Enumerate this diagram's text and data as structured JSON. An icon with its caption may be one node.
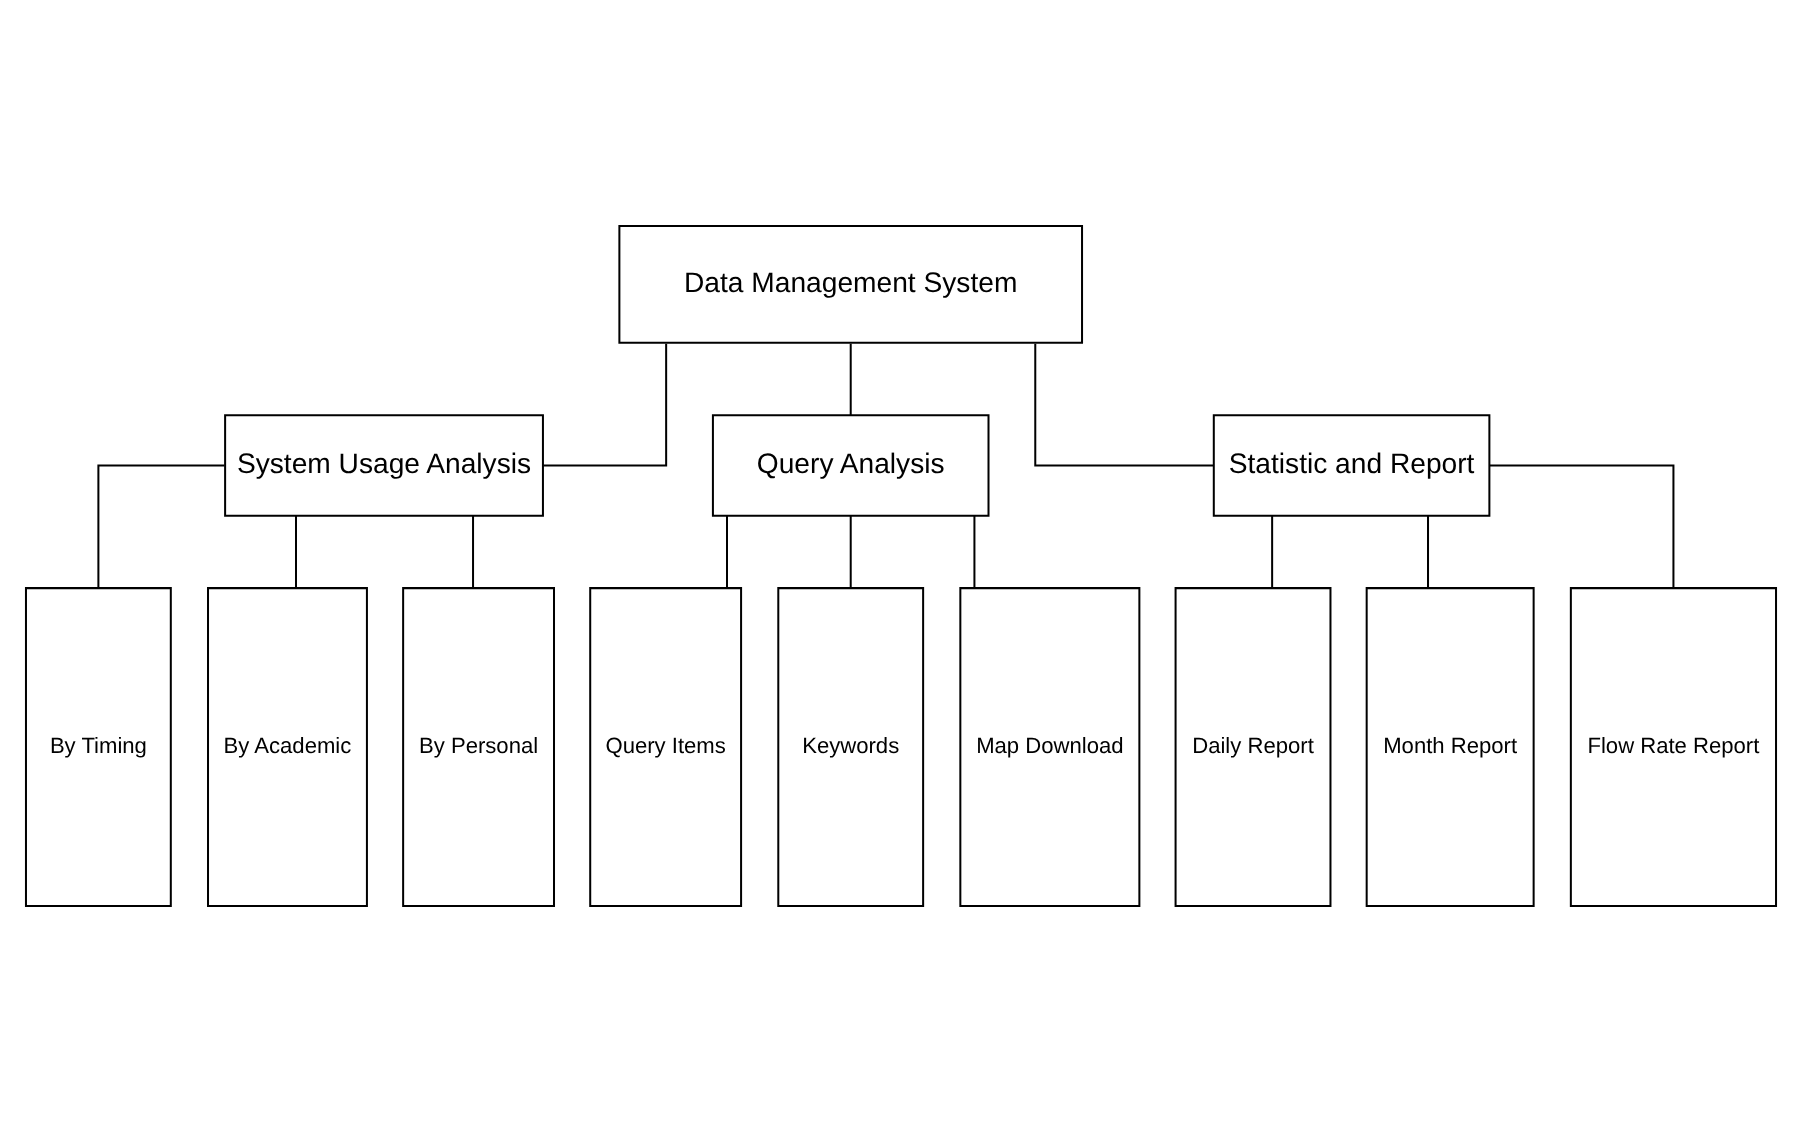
{
  "diagram": {
    "nodes": [
      {
        "text": [
          "Data Management System"
        ]
      },
      {
        "text": [
          "System Usage Analysis"
        ]
      },
      {
        "text": [
          "Query Analysis"
        ]
      },
      {
        "text": [
          "Statistic and Report"
        ]
      },
      {
        "text": [
          "By Timing"
        ]
      },
      {
        "text": [
          "By Academic"
        ]
      },
      {
        "text": [
          "By Personal"
        ]
      },
      {
        "text": [
          "Query Items"
        ]
      },
      {
        "text": [
          "Keywords"
        ]
      },
      {
        "text": [
          "Map Download"
        ]
      },
      {
        "text": [
          "Daily Report"
        ]
      },
      {
        "text": [
          "Month Report"
        ]
      },
      {
        "text": [
          "Flow Rate Report"
        ]
      }
    ],
    "edges": [
      {
        "from": 0,
        "to": 1,
        "arrow": "none"
      },
      {
        "from": 0,
        "to": 2,
        "arrow": "none"
      },
      {
        "from": 0,
        "to": 3,
        "arrow": "none"
      },
      {
        "from": 1,
        "to": 4,
        "arrow": "none"
      },
      {
        "from": 1,
        "to": 5,
        "arrow": "none"
      },
      {
        "from": 1,
        "to": 6,
        "arrow": "none"
      },
      {
        "from": 2,
        "to": 7,
        "arrow": "none"
      },
      {
        "from": 2,
        "to": 8,
        "arrow": "none"
      },
      {
        "from": 2,
        "to": 9,
        "arrow": "none"
      },
      {
        "from": 3,
        "to": 10,
        "arrow": "none"
      },
      {
        "from": 3,
        "to": 11,
        "arrow": "none"
      },
      {
        "from": 3,
        "to": 12,
        "arrow": "none"
      }
    ]
  }
}
